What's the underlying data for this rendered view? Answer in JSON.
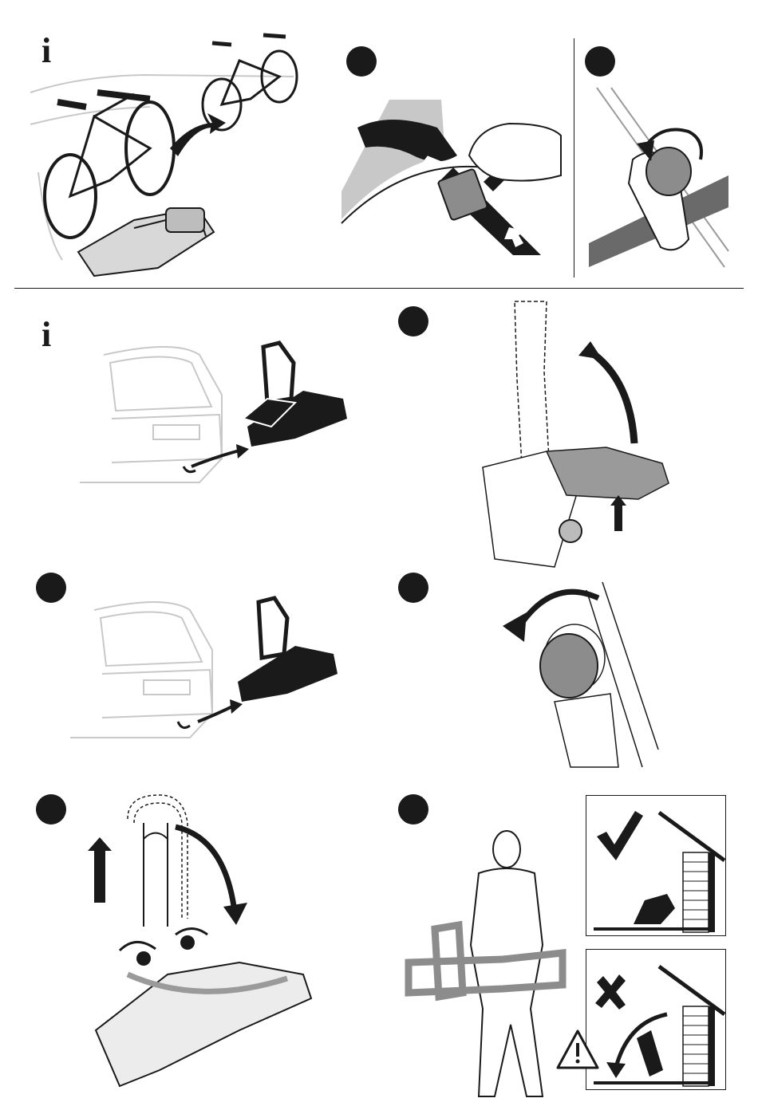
{
  "info_symbol": "i",
  "step_markers": [
    "step-marker-1",
    "step-marker-2",
    "step-marker-3",
    "step-marker-4",
    "step-marker-5",
    "step-marker-6",
    "step-marker-7"
  ],
  "icons": {
    "info": "info-icon",
    "check": "check-icon",
    "cross": "cross-icon",
    "warning": "warning-triangle-icon"
  },
  "colors": {
    "ink": "#1a1a1a",
    "grey_light": "#c8c8c8",
    "grey_mid": "#9a9a9a",
    "grey_part": "#8c8c8c",
    "grey_dark": "#6a6a6a"
  }
}
